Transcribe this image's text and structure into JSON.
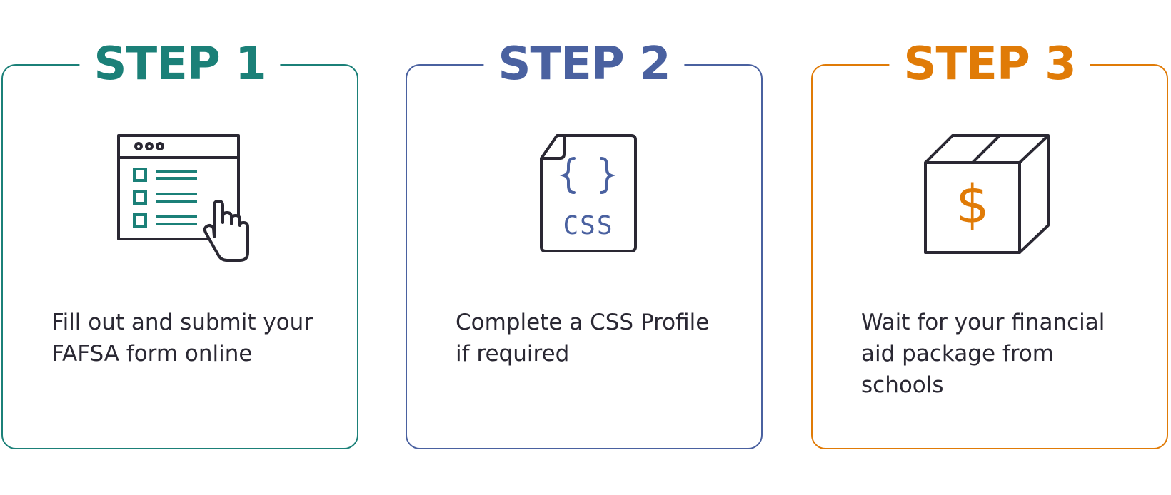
{
  "colors": {
    "step1": "#1b8078",
    "step2": "#4a61a0",
    "step3": "#e07b07",
    "ink": "#2a2833"
  },
  "steps": [
    {
      "title": "STEP 1",
      "description": "Fill out and submit your FAFSA form online",
      "icon": "online-form-icon"
    },
    {
      "title": "STEP 2",
      "description": "Complete a CSS Profile if required",
      "icon": "css-document-icon",
      "icon_text": "CSS"
    },
    {
      "title": "STEP 3",
      "description": "Wait for your financial aid package from schools",
      "icon": "money-box-icon",
      "icon_text": "$"
    }
  ]
}
